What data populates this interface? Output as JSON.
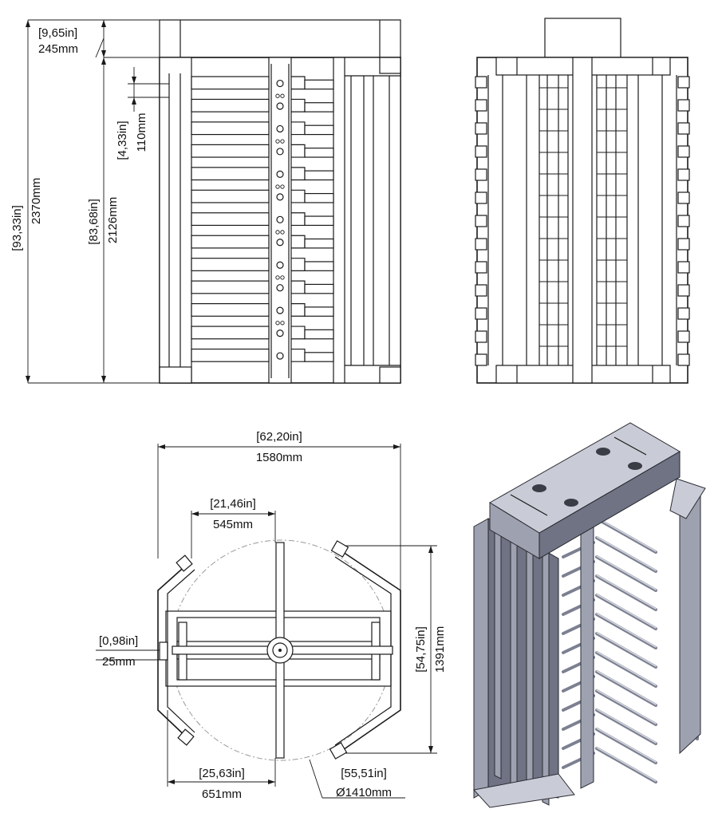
{
  "dimensions": {
    "total_height": {
      "imperial": "[93,33in]",
      "metric": "2370mm"
    },
    "top_box": {
      "imperial": "[9,65in]",
      "metric": "245mm"
    },
    "frame_height": {
      "imperial": "[83,68in]",
      "metric": "2126mm"
    },
    "bar_spacing": {
      "imperial": "[4,33in]",
      "metric": "110mm"
    },
    "overall_width": {
      "imperial": "[62,20in]",
      "metric": "1580mm"
    },
    "rotor_arm": {
      "imperial": "[21,46in]",
      "metric": "545mm"
    },
    "post_offset": {
      "imperial": "[0,98in]",
      "metric": "25mm"
    },
    "depth": {
      "imperial": "[54,75in]",
      "metric": "1391mm"
    },
    "half_width": {
      "imperial": "[25,63in]",
      "metric": "651mm"
    },
    "rotor_diameter": {
      "imperial": "[55,51in]",
      "metric": "Ø1410mm"
    }
  },
  "views": {
    "front": {
      "name": "front-elevation-view",
      "bar_rows": 13
    },
    "side": {
      "name": "side-elevation-view",
      "bar_rows": 13
    },
    "top": {
      "name": "plan-view"
    },
    "iso": {
      "name": "isometric-view",
      "bar_rows": 13
    }
  },
  "colors": {
    "line": "#1a1a1a",
    "metal_light": "#c9ccd6",
    "metal_mid": "#9ea2b0",
    "metal_dark": "#6f7384"
  }
}
